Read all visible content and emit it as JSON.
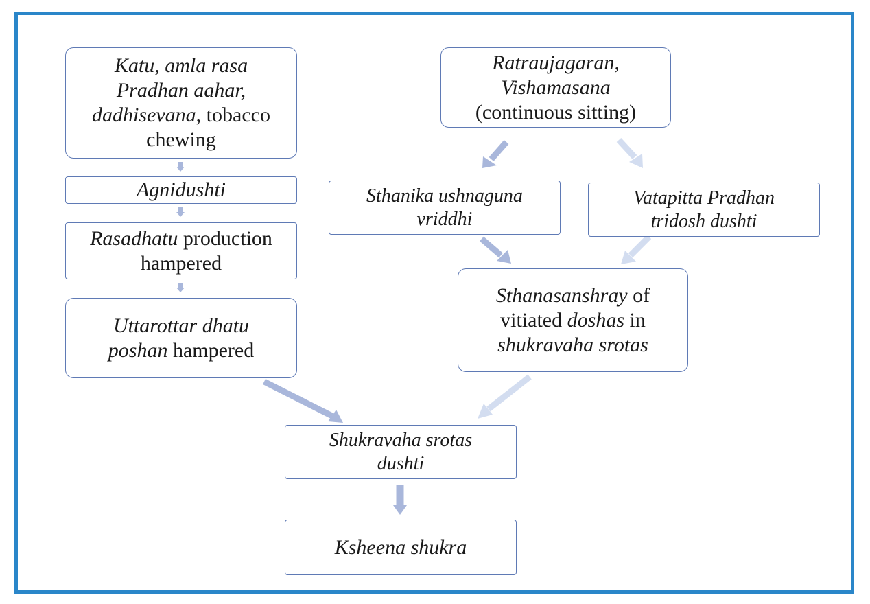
{
  "nodes": {
    "katu": {
      "line1": "Katu, amla rasa",
      "line2": "Pradhan aahar,",
      "line3_italic": "dadhisevana",
      "line3_rest": ", tobacco",
      "line4": "chewing"
    },
    "agnidushti": {
      "text": "Agnidushti"
    },
    "rasadhatu": {
      "italic": "Rasadhatu",
      "rest": " production",
      "line2": "hampered"
    },
    "uttarottar": {
      "line1": "Uttarottar dhatu",
      "line2_italic": "poshan",
      "line2_rest": " hampered"
    },
    "ratraujagaran": {
      "line1": "Ratraujagaran,",
      "line2": "Vishamasana",
      "line3": "(continuous sitting)"
    },
    "sthanika": {
      "line1": "Sthanika ushnaguna",
      "line2": "vriddhi"
    },
    "vatapitta": {
      "line1": "Vatapitta Pradhan",
      "line2": "tridosh dushti"
    },
    "sthanasanshray": {
      "line1_italic": "Sthanasanshray",
      "line1_rest": " of",
      "line2_rest": "vitiated ",
      "line2_italic": "doshas",
      "line2_end": " in",
      "line3": "shukravaha srotas"
    },
    "shukravaha": {
      "line1": "Shukravaha srotas",
      "line2": "dushti"
    },
    "ksheena": {
      "text": "Ksheena shukra"
    }
  },
  "colors": {
    "frame": "#2a86c9",
    "node_border": "#5f7ab5",
    "arrow_dark": "#a9b7db",
    "arrow_light": "#d3ddf0"
  }
}
